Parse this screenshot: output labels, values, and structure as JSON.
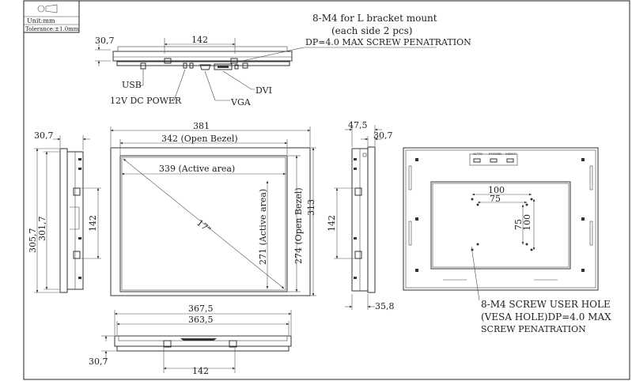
{
  "legend": {
    "unit": "Unit:mm",
    "tolerance": "Tolerance:±1.0mm"
  },
  "notes": {
    "bracket_line1": "8-M4 for L bracket mount",
    "bracket_line2": "(each side 2 pcs)",
    "bracket_line3": "DP=4.0 MAX SCREW PENATRATION",
    "vesa_line1": "8-M4 SCREW USER HOLE",
    "vesa_line2": "(VESA HOLE)DP=4.0 MAX",
    "vesa_line3": "SCREW PENATRATION"
  },
  "connectors": {
    "usb": "USB",
    "power": "12V DC POWER",
    "vga": "VGA",
    "dvi": "DVI"
  },
  "buttons": {
    "auto": "AUTO",
    "power": "POWER",
    "menu": "MENU"
  },
  "dimensions": {
    "top_depth": "30,7",
    "top_bracket": "142",
    "front_width": "381",
    "open_bezel_w": "342 (Open Bezel)",
    "active_w": "339 (Active area)",
    "diagonal": "17\"",
    "active_h": "271 (Active area)",
    "open_bezel_h": "274 (Open Bezel)",
    "front_height": "313",
    "left_depth": "30,7",
    "left_h1": "305,7",
    "left_h2": "301,7",
    "left_bracket": "142",
    "right_depth1": "47,5",
    "right_depth2": "30,7",
    "right_bracket": "142",
    "right_depth3": "35,8",
    "rear_100_h": "100",
    "rear_75_h": "75",
    "rear_75_v": "75",
    "rear_100_v": "100",
    "bottom_w1": "367,5",
    "bottom_w2": "363,5",
    "bottom_depth": "30,7",
    "bottom_bracket": "142"
  }
}
